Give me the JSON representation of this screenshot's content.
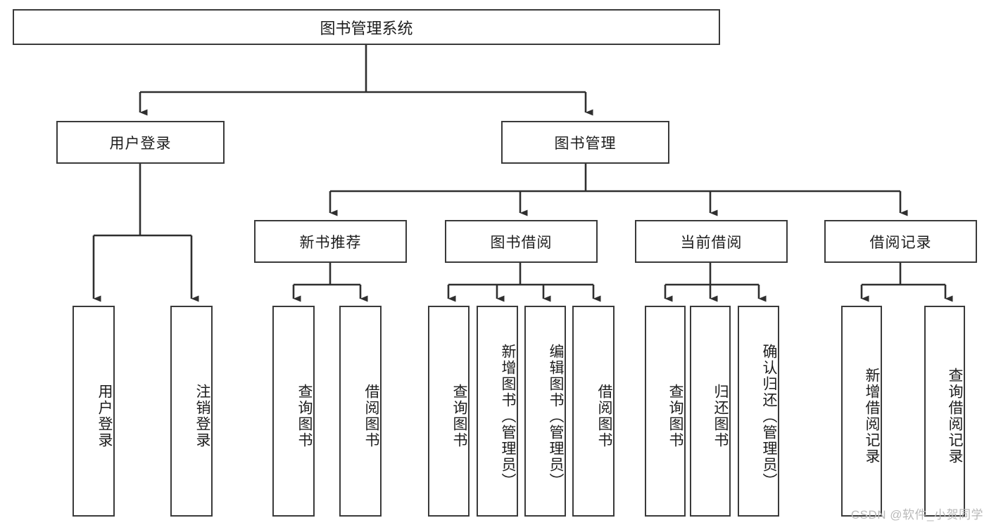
{
  "diagram": {
    "title": "图书管理系统",
    "type": "tree",
    "watermark": "CSDN @软件_小贺同学",
    "colors": {
      "box_border": "#3a3a3a",
      "box_fill": "#ffffff",
      "connector": "#2f2f2f",
      "text": "#1d1d1d",
      "watermark": "#b9b9b9"
    },
    "root": {
      "label": "图书管理系统"
    },
    "level1": [
      {
        "label": "用户登录"
      },
      {
        "label": "图书管理"
      }
    ],
    "level2": [
      {
        "label": "新书推荐"
      },
      {
        "label": "图书借阅"
      },
      {
        "label": "当前借阅"
      },
      {
        "label": "借阅记录"
      }
    ],
    "leaves": {
      "user_login": [
        {
          "label": "用户登录"
        },
        {
          "label": "注销登录"
        }
      ],
      "new_book": [
        {
          "label": "查询图书"
        },
        {
          "label": "借阅图书"
        }
      ],
      "book_borrow": [
        {
          "label": "查询图书"
        },
        {
          "label": "新增图书（管理员）"
        },
        {
          "label": "编辑图书（管理员）"
        },
        {
          "label": "借阅图书"
        }
      ],
      "current_borrow": [
        {
          "label": "查询图书"
        },
        {
          "label": "归还图书"
        },
        {
          "label": "确认归还（管理员）"
        }
      ],
      "borrow_record": [
        {
          "label": "新增借阅记录"
        },
        {
          "label": "查询借阅记录"
        }
      ]
    }
  }
}
